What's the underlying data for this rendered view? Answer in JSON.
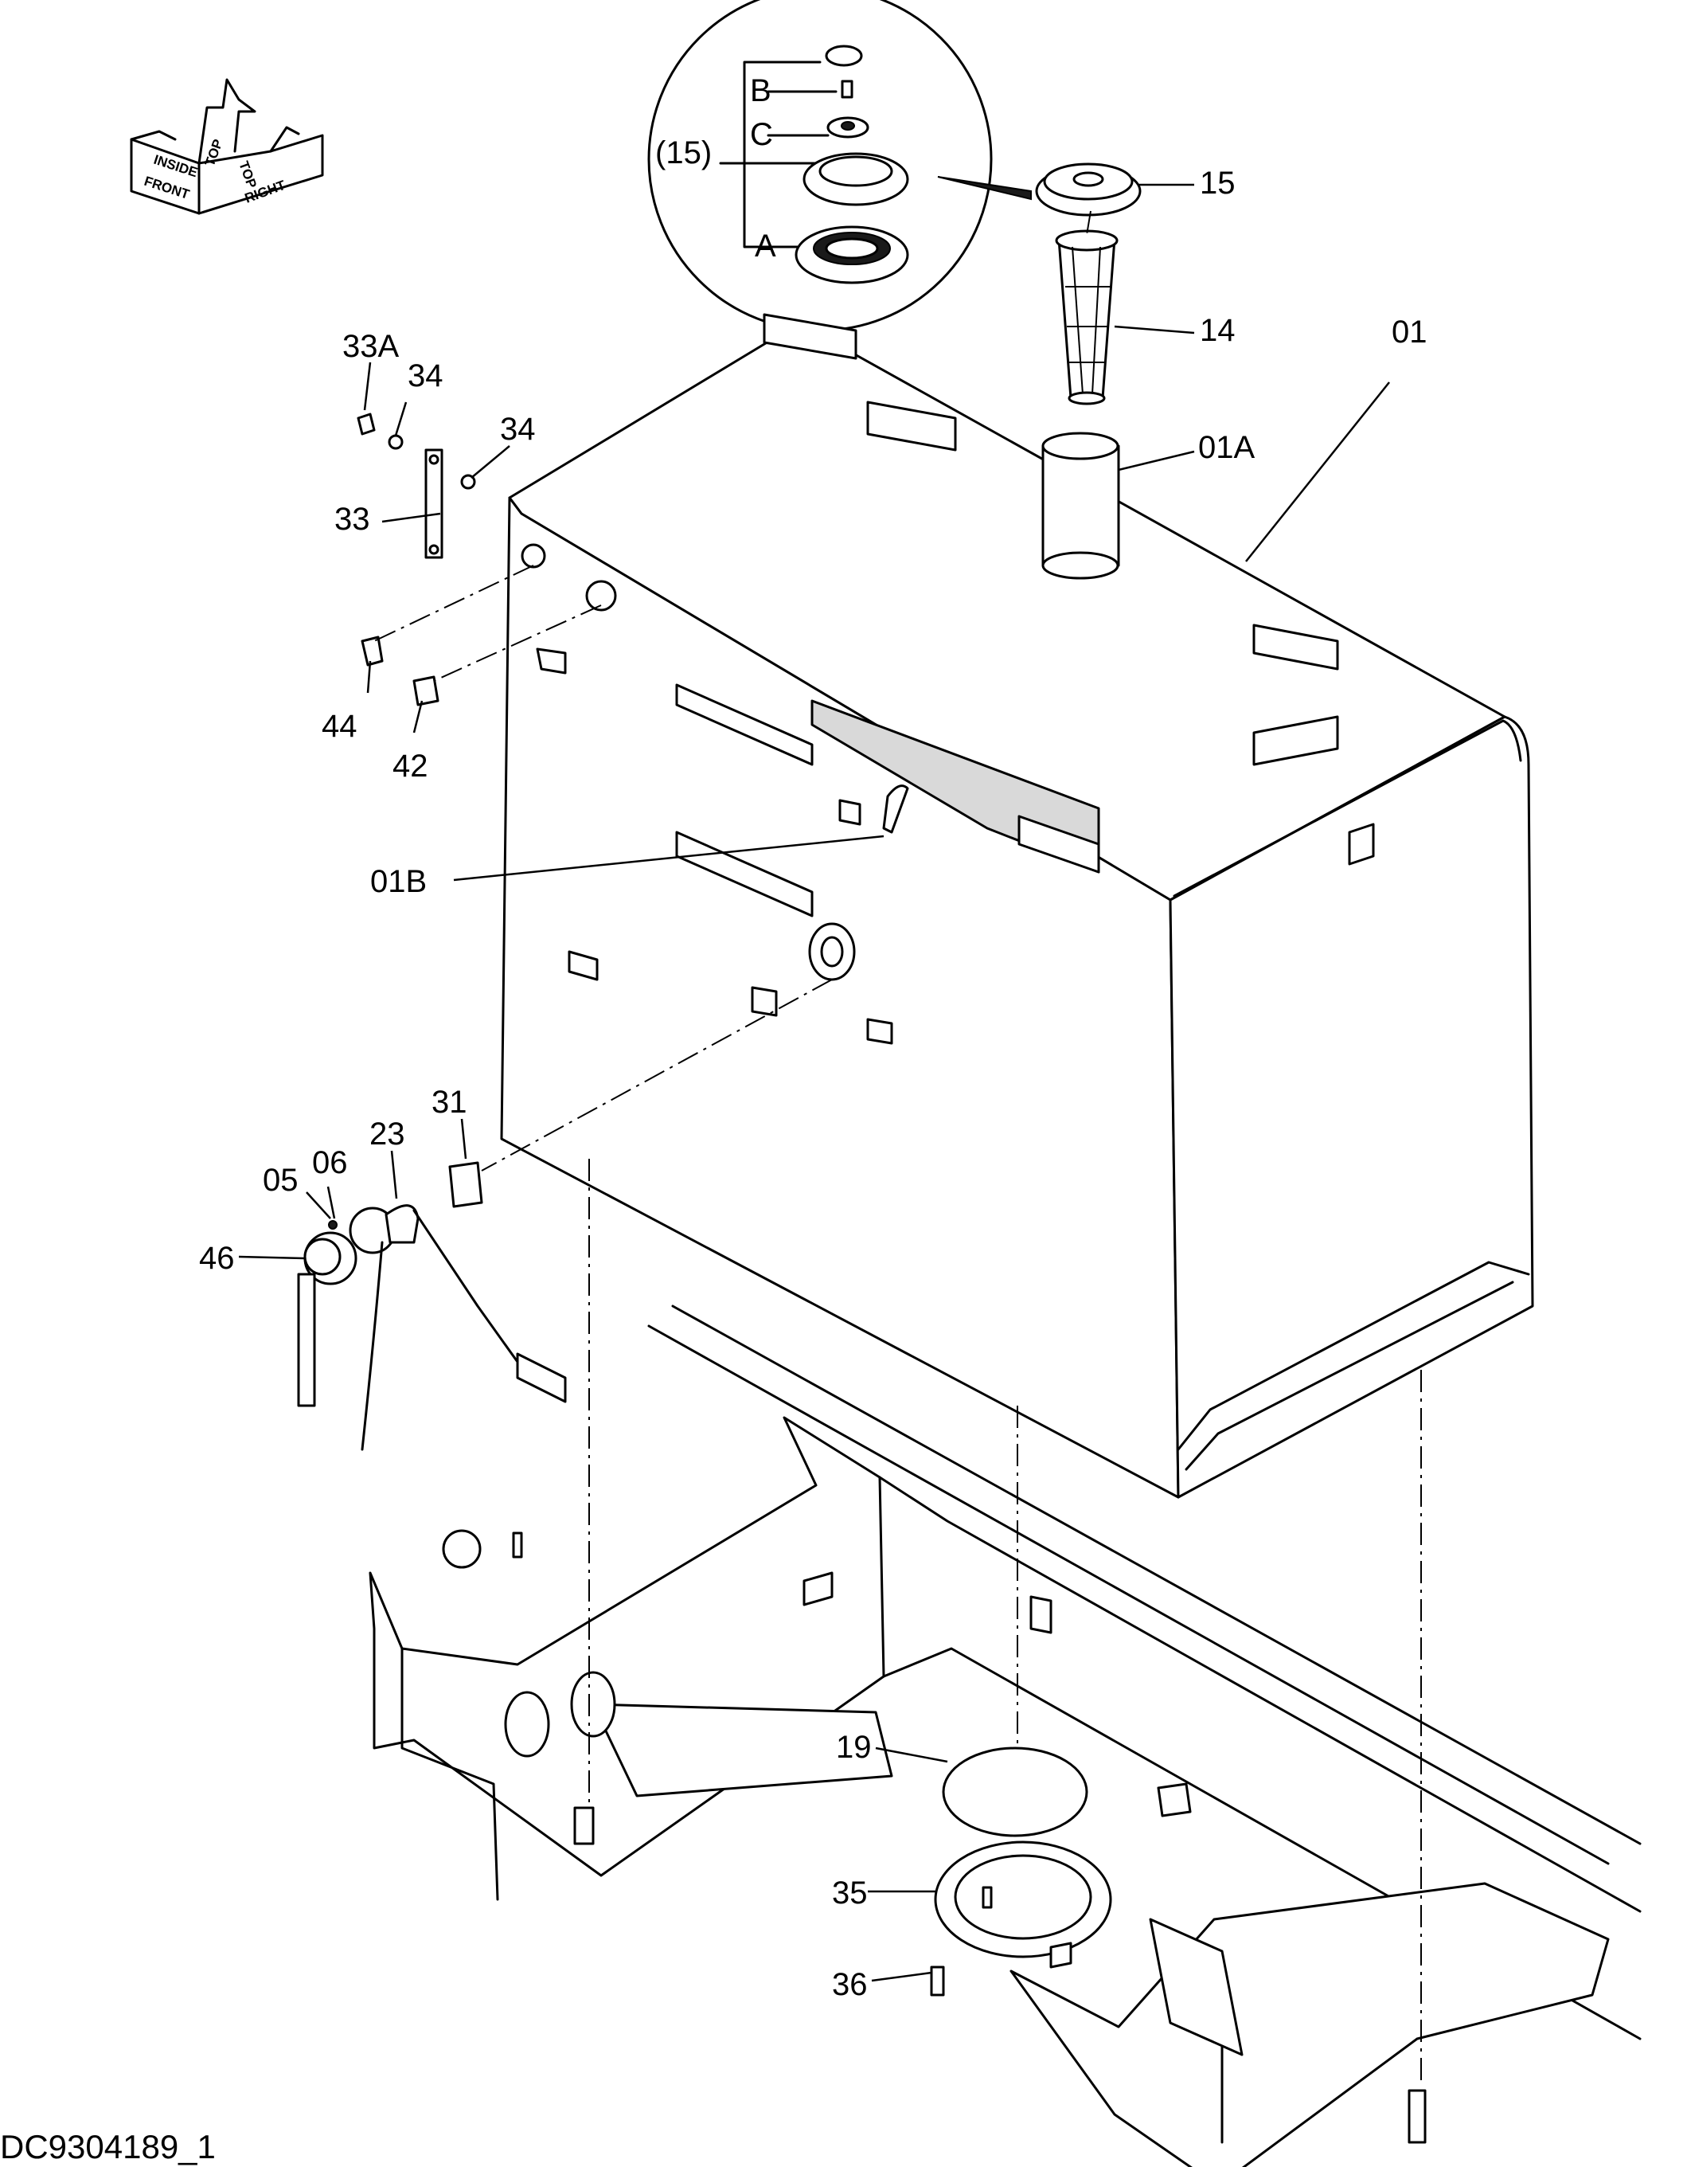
{
  "drawing_code": "DC9304189_1",
  "orientation": {
    "front": "FRONT",
    "top": "TOP",
    "right": "RIGHT",
    "inside": "INSIDE"
  },
  "callouts": {
    "c01": "01",
    "c01A": "01A",
    "c01B": "01B",
    "c14": "14",
    "c15": "15",
    "c15g": "(15)",
    "cA": "A",
    "cB": "B",
    "cC": "C",
    "c33A": "33A",
    "c34a": "34",
    "c34b": "34",
    "c33": "33",
    "c44": "44",
    "c42": "42",
    "c31": "31",
    "c23": "23",
    "c06": "06",
    "c05": "05",
    "c46": "46",
    "c19": "19",
    "c35": "35",
    "c36": "36"
  }
}
